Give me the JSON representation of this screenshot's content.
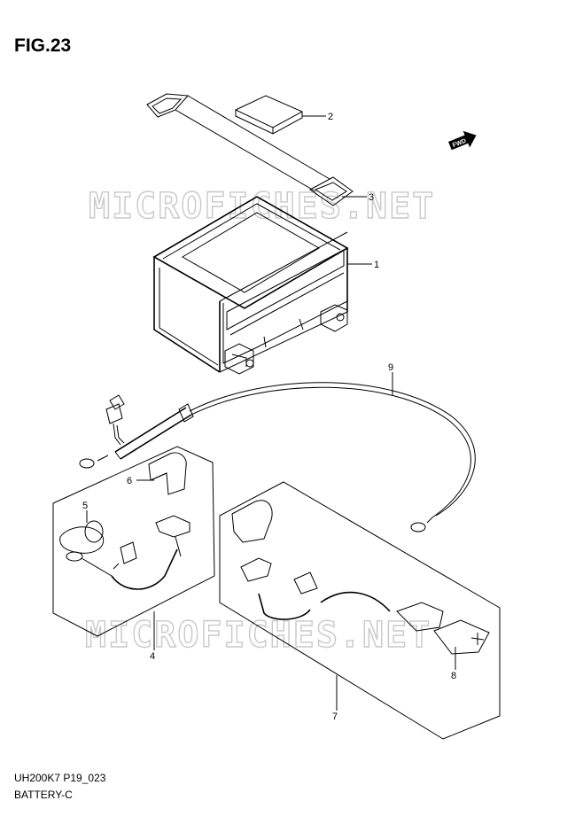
{
  "figure_title": "FIG.23",
  "watermark": "MICROFICHES.NET",
  "fwd_label": "FWD",
  "model_code": "UH200K7 P19_023",
  "section_name": "BATTERY-C",
  "callouts": [
    {
      "id": "c1",
      "label": "1"
    },
    {
      "id": "c2",
      "label": "2"
    },
    {
      "id": "c3",
      "label": "3"
    },
    {
      "id": "c4",
      "label": "4"
    },
    {
      "id": "c5",
      "label": "5"
    },
    {
      "id": "c6",
      "label": "6"
    },
    {
      "id": "c7",
      "label": "7"
    },
    {
      "id": "c8",
      "label": "8"
    },
    {
      "id": "c9",
      "label": "9"
    }
  ]
}
